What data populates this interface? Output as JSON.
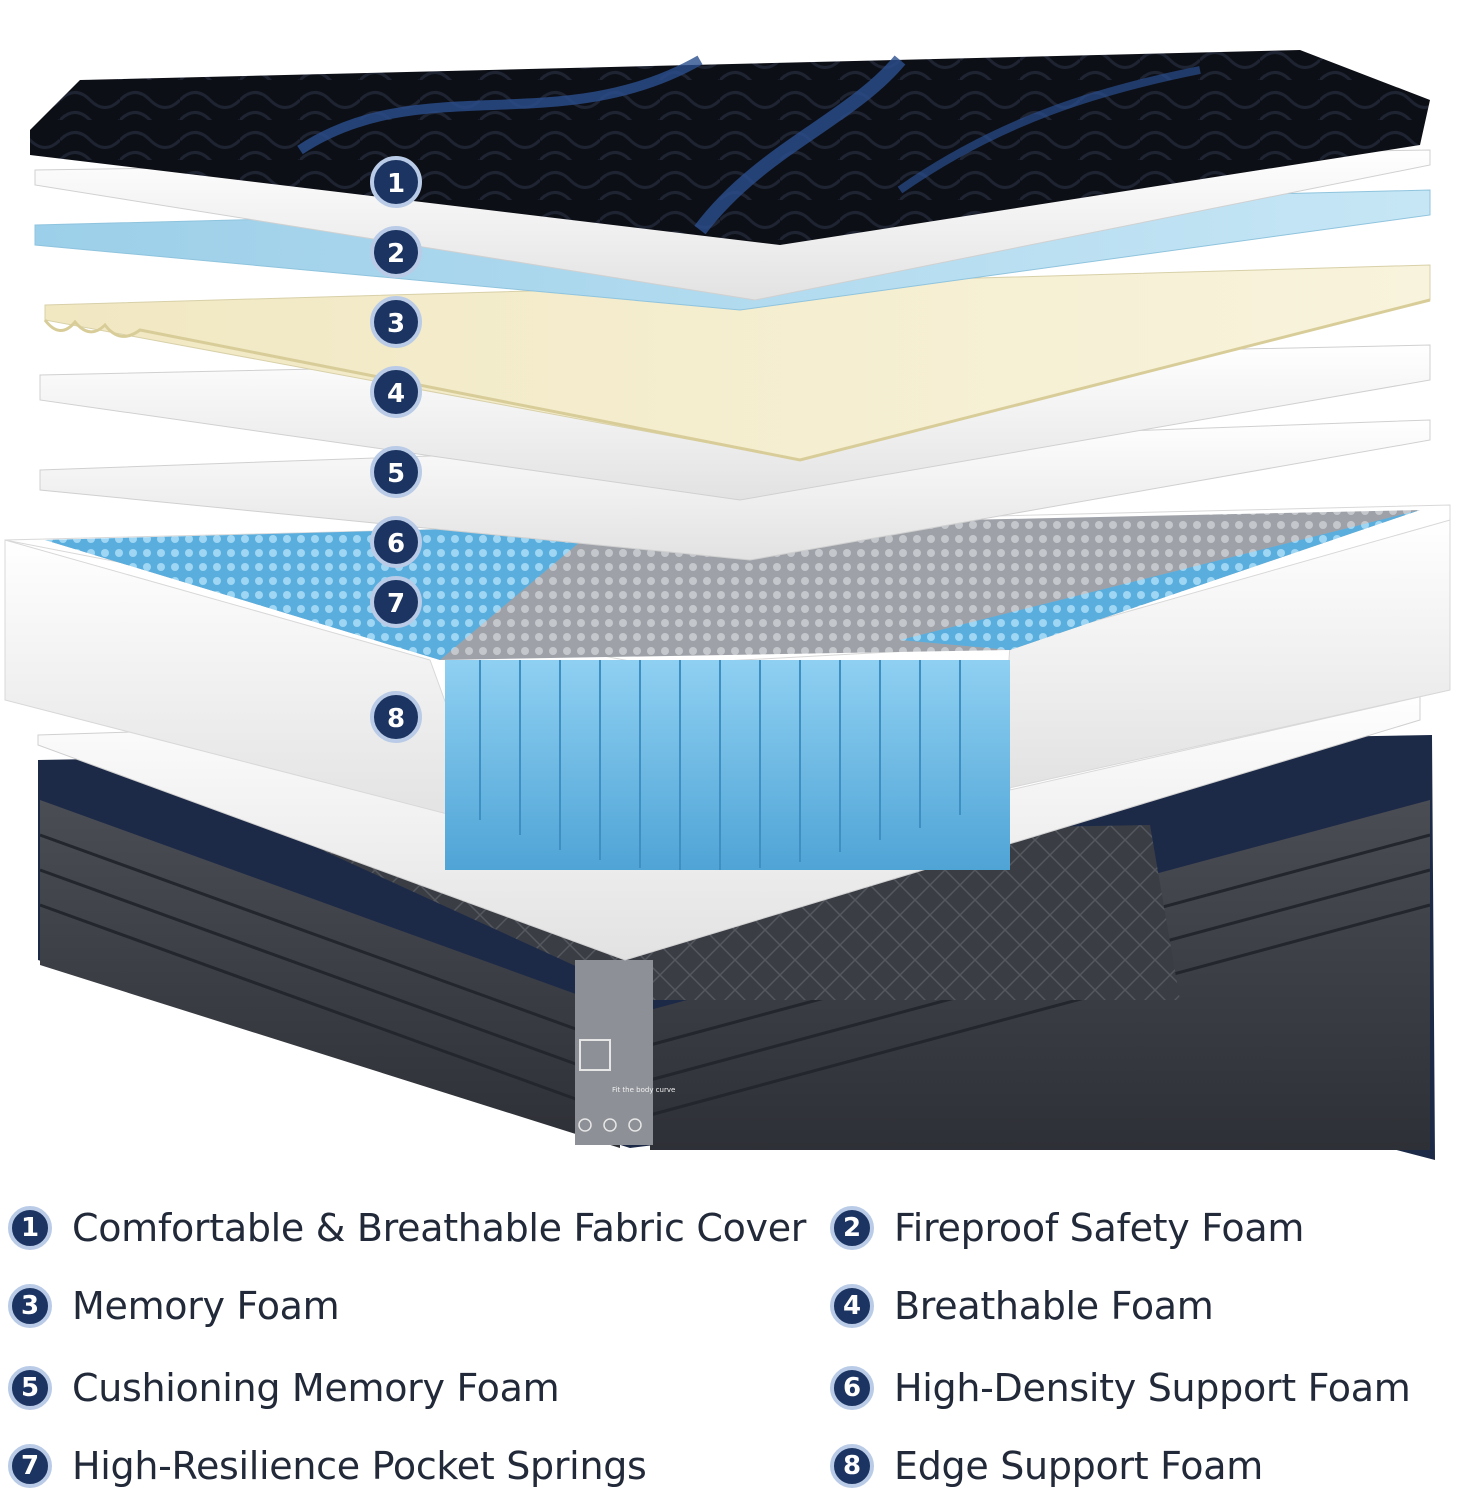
{
  "colors": {
    "badge_fill": "#1c3461",
    "badge_ring": "#b9cbe6",
    "cover_top": "#0d0f16",
    "cover_pattern": "#2a4f8f",
    "gel_foam": "#a9d7ee",
    "memory_foam": "#f3eccb",
    "white_foam": "#f4f4f4",
    "springs_blue": "#5fb3e0",
    "springs_grey": "#9a9ea4",
    "base_navy": "#1d2a47",
    "base_grey": "#3c3f45",
    "label_text": "#222a3a"
  },
  "callouts": [
    "1",
    "2",
    "3",
    "4",
    "5",
    "6",
    "7",
    "8"
  ],
  "tag": {
    "text": "Fit the body curve"
  },
  "legend": [
    {
      "number": "1",
      "label": "Comfortable & Breathable Fabric Cover"
    },
    {
      "number": "2",
      "label": "Fireproof Safety Foam"
    },
    {
      "number": "3",
      "label": "Memory Foam"
    },
    {
      "number": "4",
      "label": "Breathable Foam"
    },
    {
      "number": "5",
      "label": "Cushioning Memory Foam"
    },
    {
      "number": "6",
      "label": "High-Density Support Foam"
    },
    {
      "number": "7",
      "label": "High-Resilience Pocket Springs"
    },
    {
      "number": "8",
      "label": "Edge Support Foam"
    }
  ]
}
